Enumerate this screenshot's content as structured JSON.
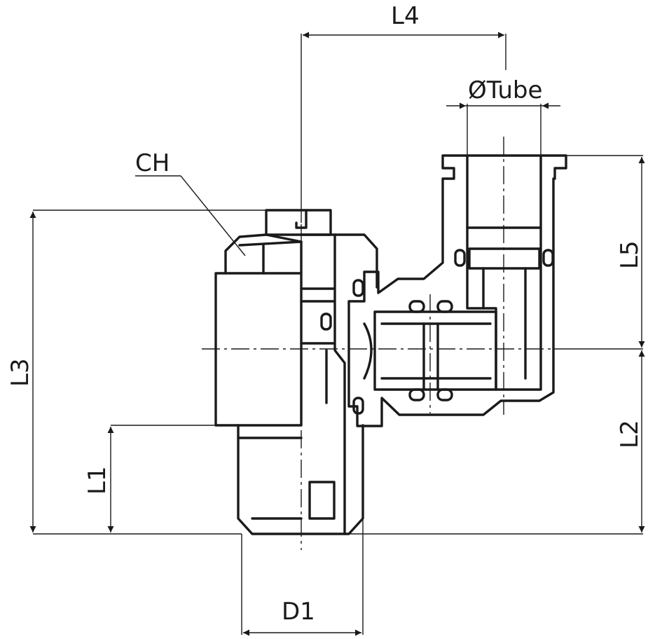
{
  "drawing": {
    "labels": {
      "L4": "L4",
      "tube": "ØTube",
      "CH": "CH",
      "L3": "L3",
      "L5": "L5",
      "L2": "L2",
      "L1": "L1",
      "D1": "D1"
    },
    "line_color": "#1a1a1a",
    "background": "#ffffff"
  }
}
